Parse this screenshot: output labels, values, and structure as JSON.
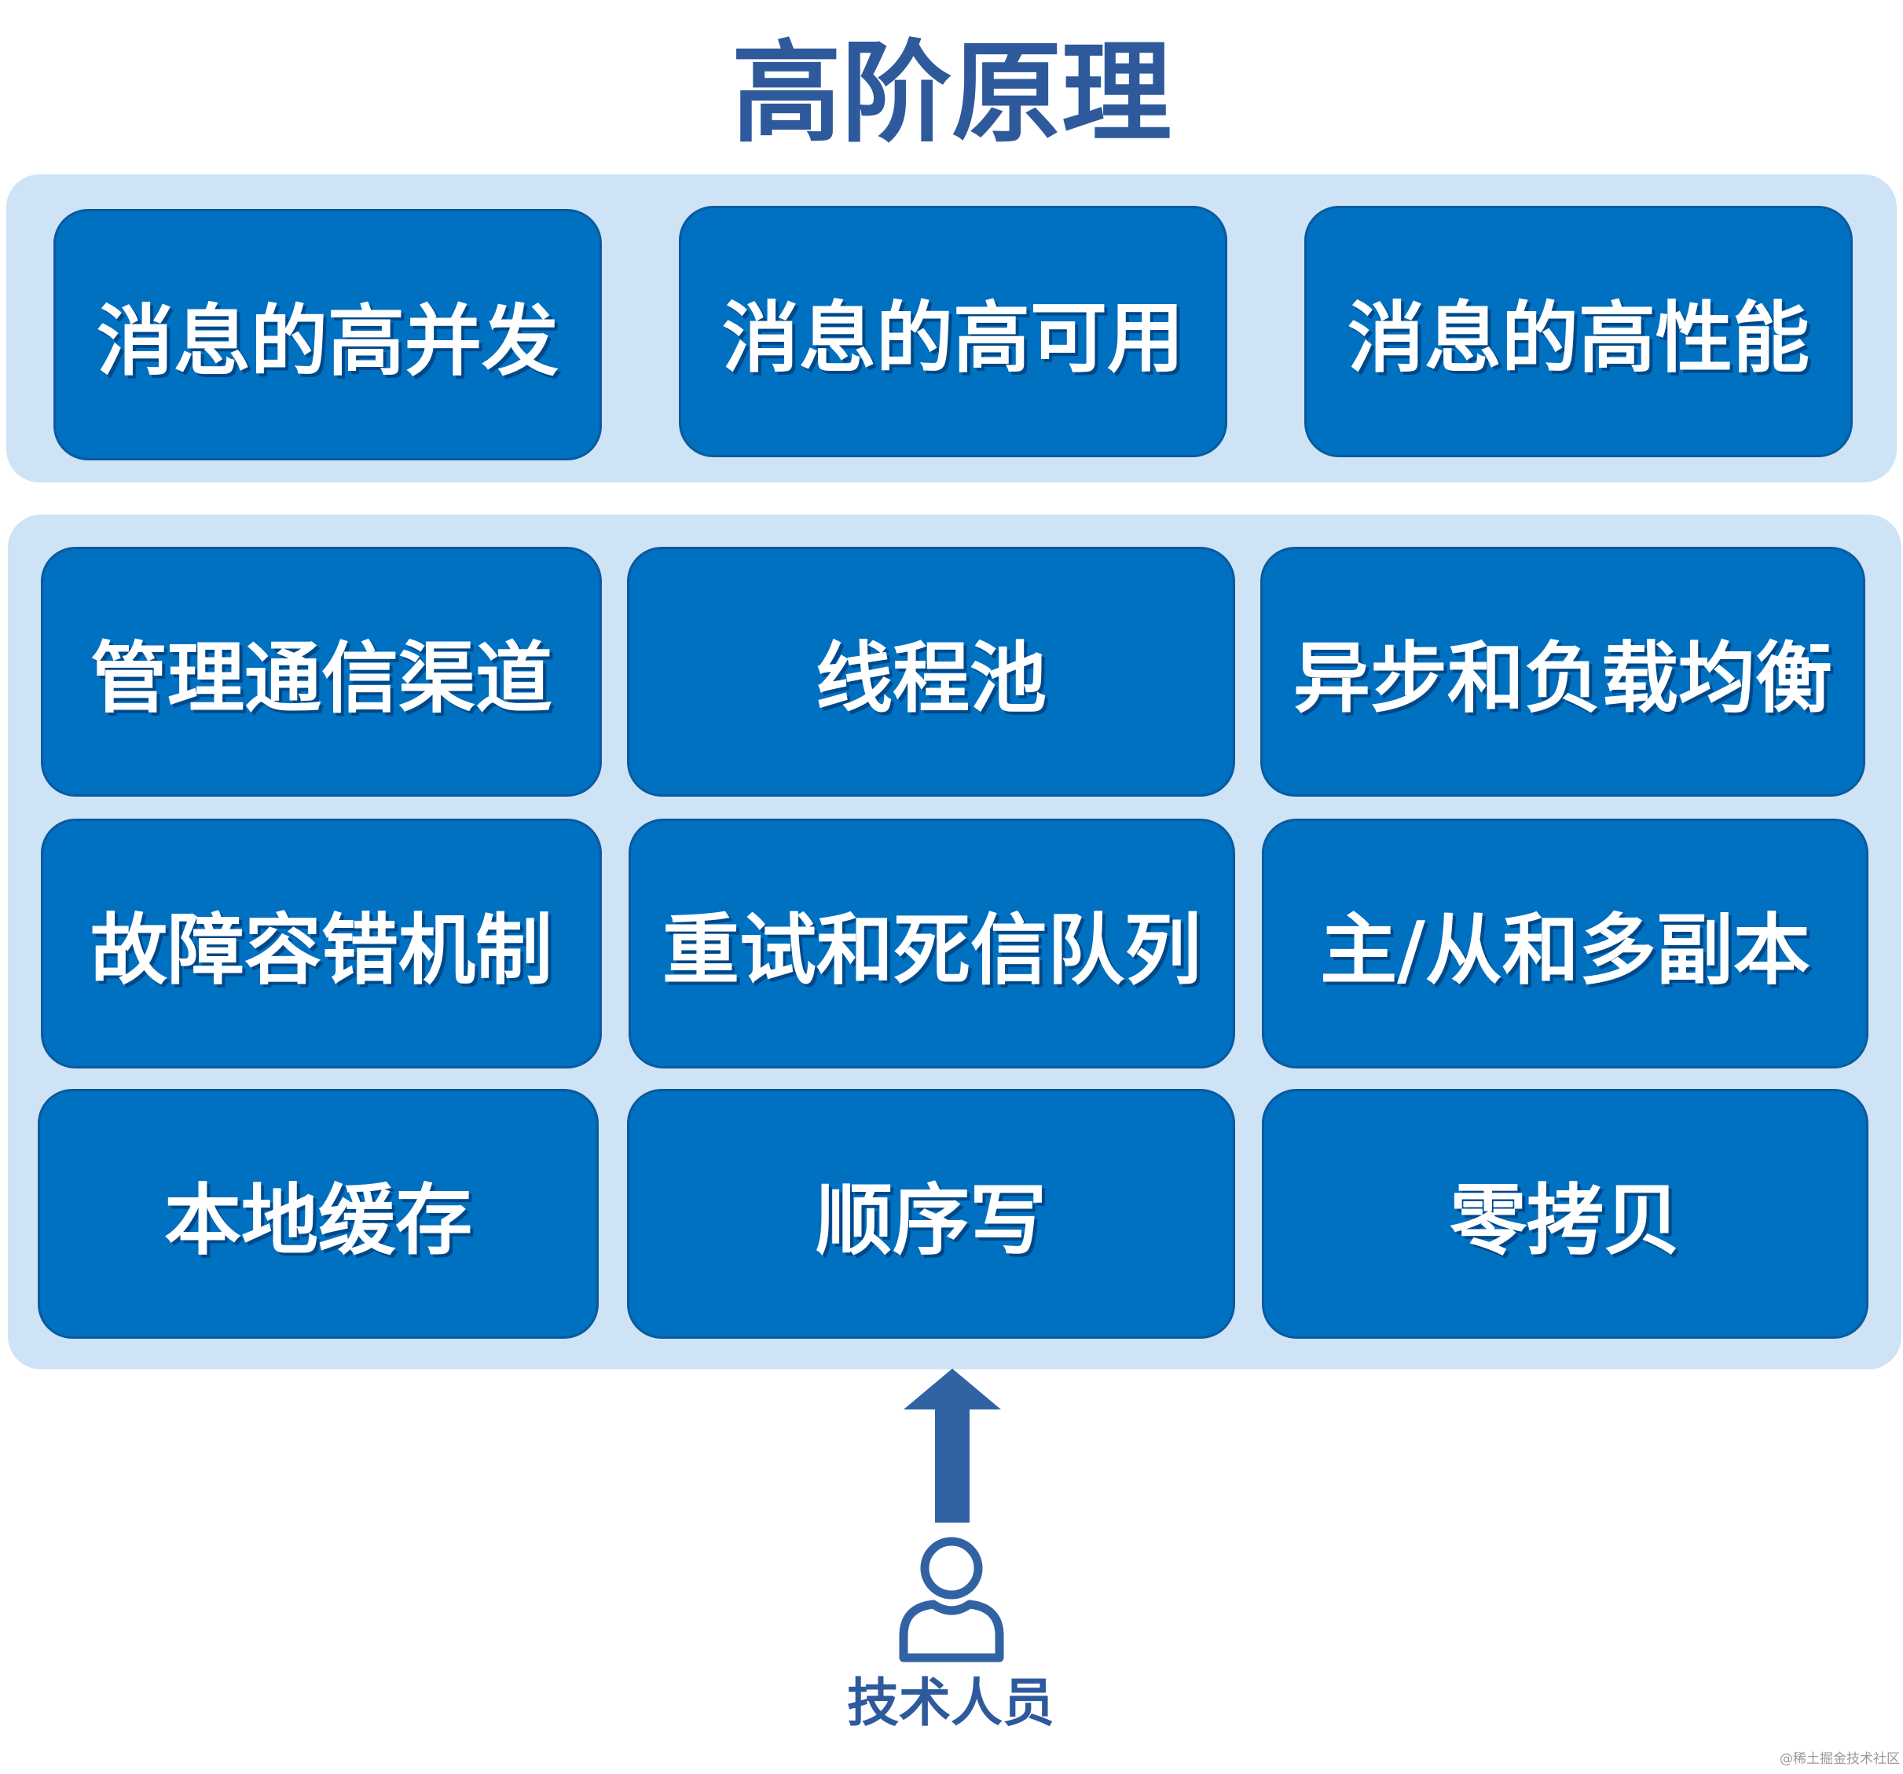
{
  "title": "高阶原理",
  "top_cards": [
    {
      "label": "消息的高并发"
    },
    {
      "label": "消息的高可用"
    },
    {
      "label": "消息的高性能"
    }
  ],
  "grid_cards": [
    {
      "label": "管理通信渠道"
    },
    {
      "label": "线程池"
    },
    {
      "label": "异步和负载均衡"
    },
    {
      "label": "故障容错机制"
    },
    {
      "label": "重试和死信队列"
    },
    {
      "label": "主/从和多副本"
    },
    {
      "label": "本地缓存"
    },
    {
      "label": "顺序写"
    },
    {
      "label": "零拷贝"
    }
  ],
  "actor": {
    "label": "技术人员",
    "icon": "person-icon"
  },
  "watermark": "@稀土掘金技术社区",
  "colors": {
    "title": "#2e5a9c",
    "panel": "#cfe3f7",
    "card": "#0070c0",
    "arrow": "#3162a3",
    "card_text": "#ffffff"
  }
}
